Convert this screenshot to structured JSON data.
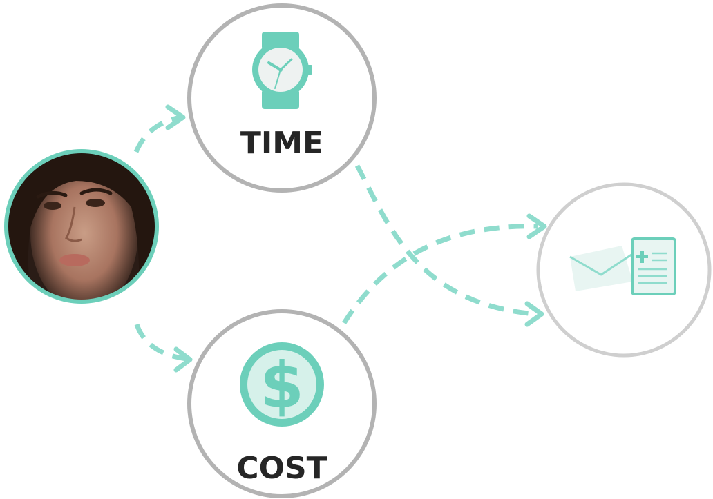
{
  "nodes": {
    "time": {
      "label": "TIME",
      "icon": "watch-icon"
    },
    "cost": {
      "label": "COST",
      "icon": "dollar-coin-icon"
    },
    "person": {
      "icon": "avatar"
    },
    "result": {
      "icon": "mail-document-icon"
    }
  },
  "colors": {
    "accent": "#6ccfba",
    "accent_light": "#8fdccd",
    "ring_dark": "#b3b3b3",
    "ring_light": "#cfcfcf",
    "label": "#262626"
  }
}
